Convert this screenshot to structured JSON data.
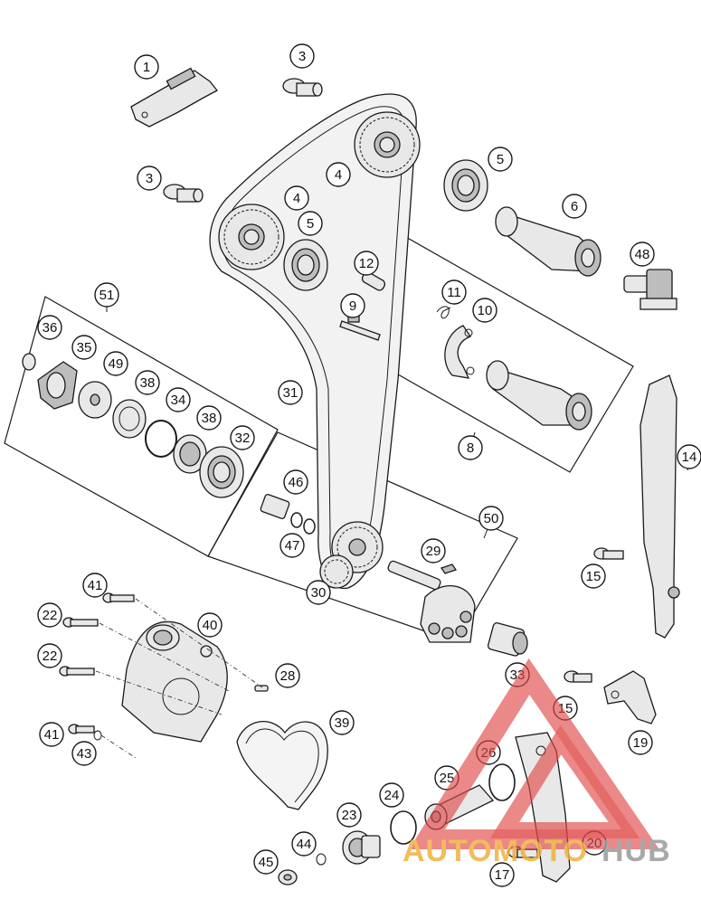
{
  "diagram": {
    "callouts": [
      {
        "id": "c1",
        "label": "1"
      },
      {
        "id": "c3a",
        "label": "3"
      },
      {
        "id": "c3b",
        "label": "3"
      },
      {
        "id": "c4a",
        "label": "4"
      },
      {
        "id": "c4b",
        "label": "4"
      },
      {
        "id": "c5a",
        "label": "5"
      },
      {
        "id": "c5b",
        "label": "5"
      },
      {
        "id": "c6",
        "label": "6"
      },
      {
        "id": "c48",
        "label": "48"
      },
      {
        "id": "c12",
        "label": "12"
      },
      {
        "id": "c9",
        "label": "9"
      },
      {
        "id": "c11",
        "label": "11"
      },
      {
        "id": "c10",
        "label": "10"
      },
      {
        "id": "c8",
        "label": "8"
      },
      {
        "id": "c51",
        "label": "51"
      },
      {
        "id": "c36",
        "label": "36"
      },
      {
        "id": "c35",
        "label": "35"
      },
      {
        "id": "c49",
        "label": "49"
      },
      {
        "id": "c38a",
        "label": "38"
      },
      {
        "id": "c34",
        "label": "34"
      },
      {
        "id": "c38b",
        "label": "38"
      },
      {
        "id": "c32",
        "label": "32"
      },
      {
        "id": "c31",
        "label": "31"
      },
      {
        "id": "c14",
        "label": "14"
      },
      {
        "id": "c46",
        "label": "46"
      },
      {
        "id": "c47",
        "label": "47"
      },
      {
        "id": "c50",
        "label": "50"
      },
      {
        "id": "c29",
        "label": "29"
      },
      {
        "id": "c30",
        "label": "30"
      },
      {
        "id": "c15a",
        "label": "15"
      },
      {
        "id": "c41a",
        "label": "41"
      },
      {
        "id": "c22a",
        "label": "22"
      },
      {
        "id": "c40",
        "label": "40"
      },
      {
        "id": "c22b",
        "label": "22"
      },
      {
        "id": "c28",
        "label": "28"
      },
      {
        "id": "c33",
        "label": "33"
      },
      {
        "id": "c15b",
        "label": "15"
      },
      {
        "id": "c19",
        "label": "19"
      },
      {
        "id": "c41b",
        "label": "41"
      },
      {
        "id": "c43",
        "label": "43"
      },
      {
        "id": "c39",
        "label": "39"
      },
      {
        "id": "c26",
        "label": "26"
      },
      {
        "id": "c25",
        "label": "25"
      },
      {
        "id": "c24",
        "label": "24"
      },
      {
        "id": "c23",
        "label": "23"
      },
      {
        "id": "c44",
        "label": "44"
      },
      {
        "id": "c45",
        "label": "45"
      },
      {
        "id": "c20",
        "label": "20"
      },
      {
        "id": "c17",
        "label": "17"
      }
    ]
  },
  "watermark": {
    "brand_part1": "AUTOMOTO",
    "brand_part2": "HUB",
    "color_primary": "#e04545",
    "color_secondary": "#f0b040",
    "color_tertiary": "#9a9a9a"
  }
}
